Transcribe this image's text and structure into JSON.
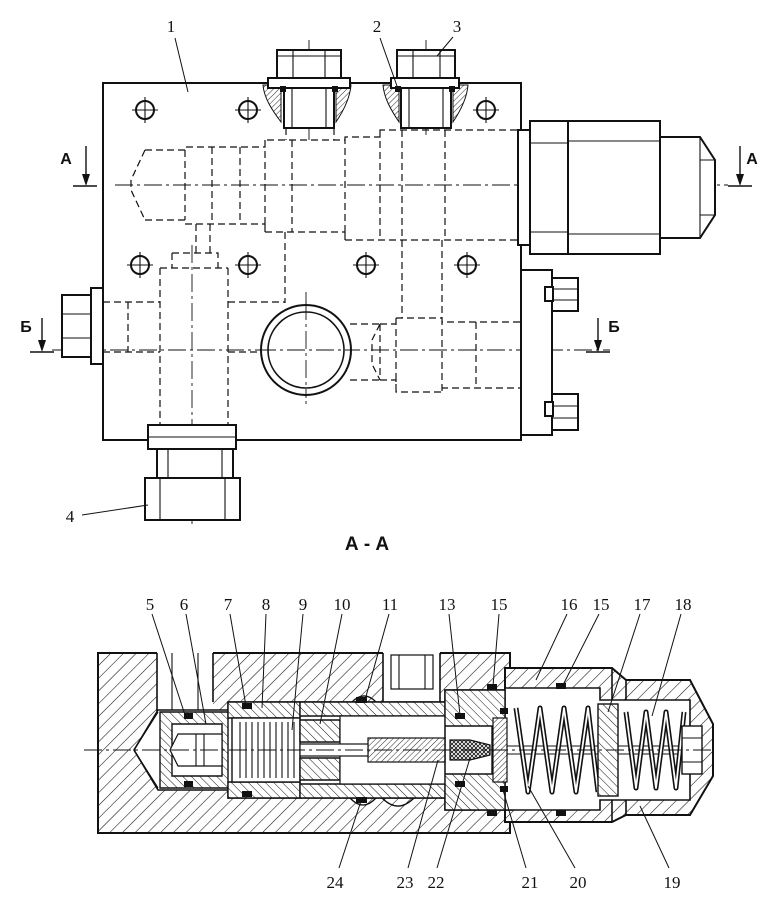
{
  "plan_view": {
    "callouts": [
      "1",
      "2",
      "3",
      "4"
    ]
  },
  "section_markers": {
    "a_left": "А",
    "a_right": "А",
    "b_left": "Б",
    "b_right": "Б"
  },
  "section_view": {
    "title": "А - А",
    "callouts_top": [
      "5",
      "6",
      "7",
      "8",
      "9",
      "10",
      "11",
      "13",
      "15",
      "16",
      "15",
      "17",
      "18"
    ],
    "callouts_bottom": [
      "24",
      "23",
      "22",
      "21",
      "20",
      "19"
    ]
  },
  "colors": {
    "ink": "#111111",
    "paper": "#ffffff"
  }
}
